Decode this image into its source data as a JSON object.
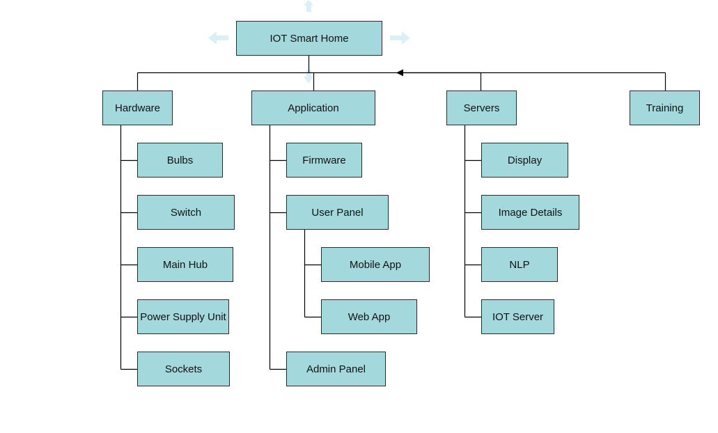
{
  "diagram": {
    "colors": {
      "node_fill": "#a3d8dc",
      "node_border": "#2b2b2b",
      "connector": "#000000",
      "hover_arrow": "#dbeff7"
    },
    "root": {
      "label": "IOT Smart Home"
    },
    "branches": [
      {
        "label": "Hardware",
        "children": [
          {
            "label": "Bulbs"
          },
          {
            "label": "Switch"
          },
          {
            "label": "Main Hub"
          },
          {
            "label": "Power Supply Unit"
          },
          {
            "label": "Sockets"
          }
        ]
      },
      {
        "label": "Application",
        "children": [
          {
            "label": "Firmware"
          },
          {
            "label": "User Panel",
            "children": [
              {
                "label": "Mobile App"
              },
              {
                "label": "Web App"
              }
            ]
          },
          {
            "label": "Admin Panel"
          }
        ]
      },
      {
        "label": "Servers",
        "children": [
          {
            "label": "Display"
          },
          {
            "label": "Image Details"
          },
          {
            "label": "NLP"
          },
          {
            "label": "IOT Server"
          }
        ]
      },
      {
        "label": "Training",
        "children": []
      }
    ],
    "hover_arrows": [
      "arrow-up-icon",
      "arrow-left-icon",
      "arrow-right-icon",
      "arrow-down-icon"
    ]
  }
}
